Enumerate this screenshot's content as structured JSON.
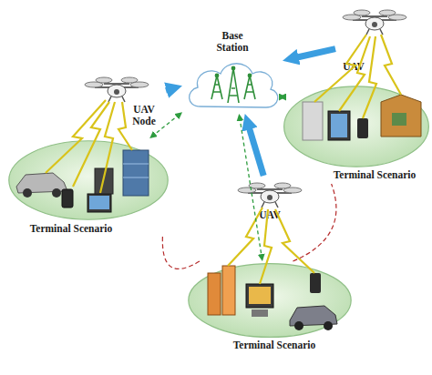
{
  "diagram": {
    "nodes": [
      {
        "text": [
          "Base Station"
        ]
      },
      {
        "text": [
          "UAV Node"
        ]
      },
      {
        "text": [
          "UAV"
        ]
      },
      {
        "text": [
          "UAV"
        ]
      },
      {
        "text": [
          "Terminal Scenario"
        ]
      },
      {
        "text": [
          "Terminal Scenario"
        ]
      },
      {
        "text": [
          "Terminal Scenario"
        ]
      }
    ],
    "edges": [
      {
        "from": 1,
        "to": 0,
        "arrow": "to"
      },
      {
        "from": 2,
        "to": 0,
        "arrow": "to"
      },
      {
        "from": 3,
        "to": 0,
        "arrow": "to"
      },
      {
        "from": 0,
        "to": 4,
        "arrow": "both"
      },
      {
        "from": 0,
        "to": 5,
        "arrow": "both"
      },
      {
        "from": 0,
        "to": 6,
        "arrow": "both"
      },
      {
        "from": 4,
        "to": 6,
        "arrow": "none"
      },
      {
        "from": 6,
        "to": 5,
        "arrow": "none"
      }
    ]
  }
}
